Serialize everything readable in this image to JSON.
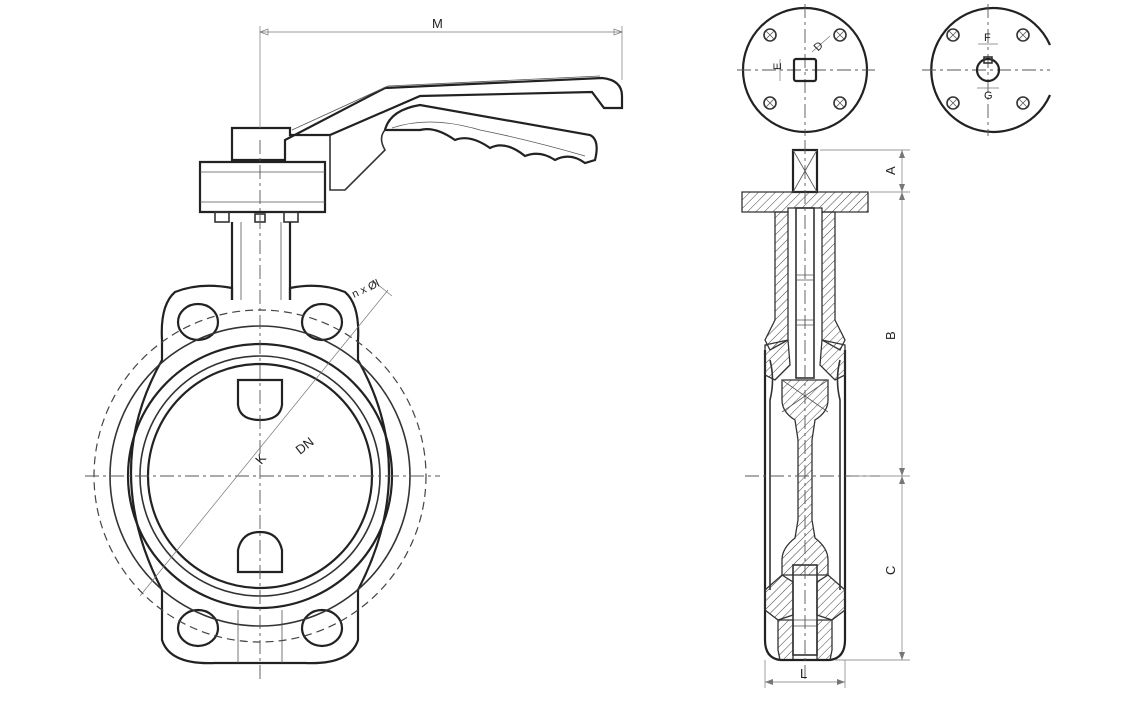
{
  "labels": {
    "M": "M",
    "n_hole": "n x Øl",
    "K": "K",
    "DN": "DN",
    "A": "A",
    "B": "B",
    "C": "C",
    "L": "L",
    "D": "D",
    "E": "E",
    "F": "F",
    "G": "G"
  },
  "colors": {
    "line": "#333333",
    "background": "#ffffff"
  }
}
